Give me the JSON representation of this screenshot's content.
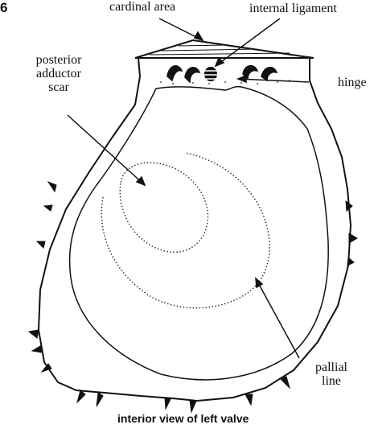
{
  "figure_number": "6",
  "labels": {
    "cardinal_area": "cardinal area",
    "internal_ligament": "internal ligament",
    "posterior_adductor_scar": [
      "posterior",
      "adductor",
      "scar"
    ],
    "hinge": "hinge",
    "pallial_line": [
      "pallial",
      "line"
    ]
  },
  "caption": "interior view of left valve"
}
